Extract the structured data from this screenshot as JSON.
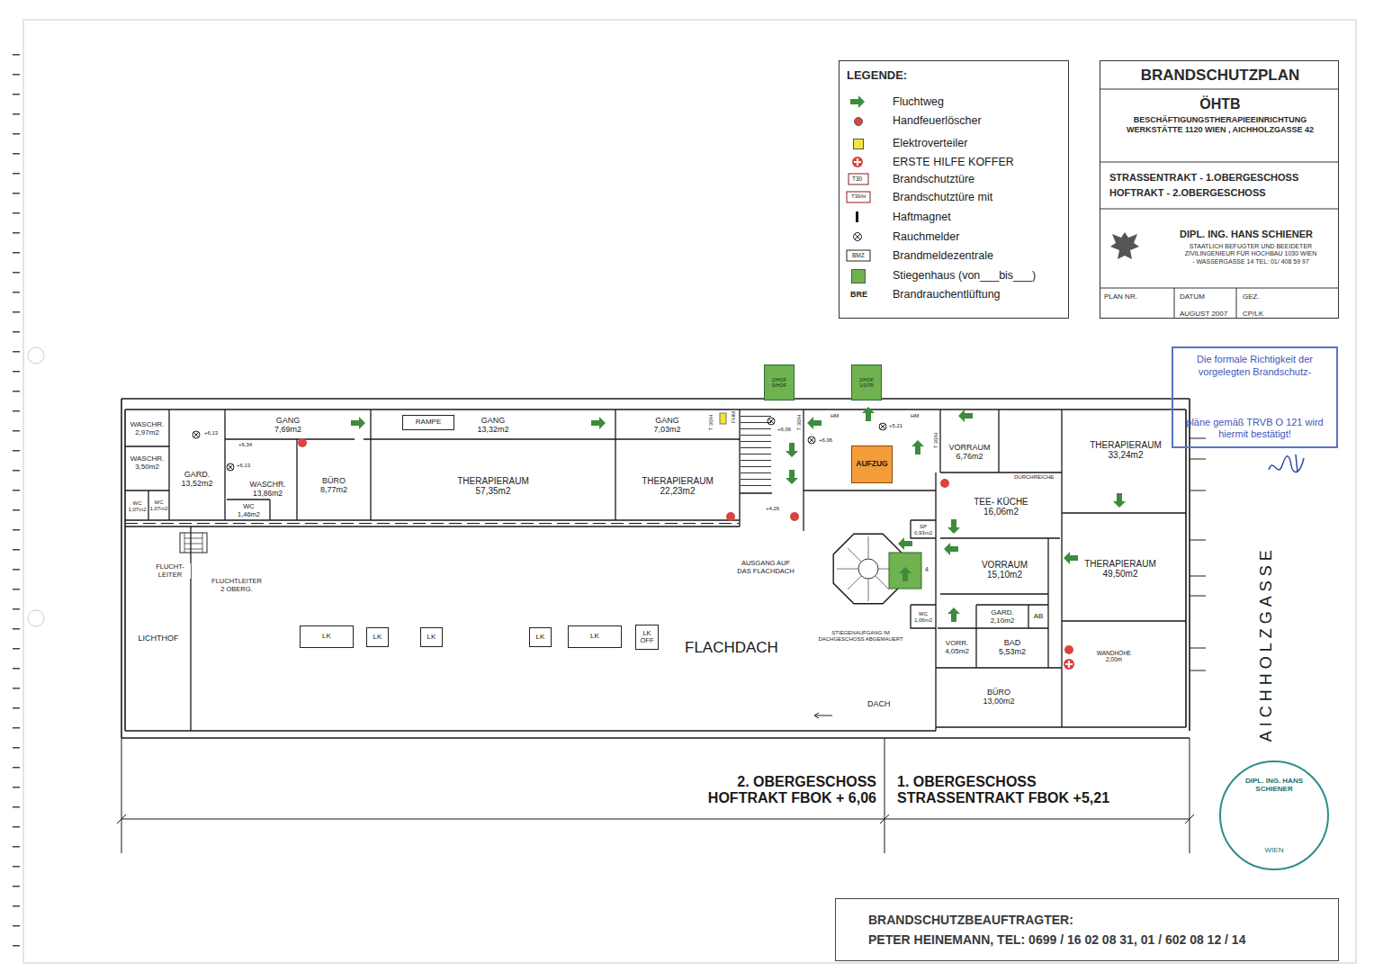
{
  "diagram": {
    "title": "BRANDSCHUTZPLAN",
    "nodes": [
      {
        "text": [
          "LEGENDE:"
        ]
      },
      {
        "text": [
          "ÖHTB",
          "BESCHÄFTIGUNGSTHERAPIEEINRICHTUNG WERKSTÄTTE 1120 WIEN , AICHHOLZGASSE 42",
          "STRASSENTRAKT - 1.OBERGESCHOSS",
          "HOFTRAKT - 2.OBERGESCHOSS",
          "DIPL. ING. HANS SCHIENER",
          "STAATLICH BEFUGTER UND BEEIDETER ZIVILINGENIEUR FÜR HOCHBAU 1030 WIEN - WASSERGASSE 14 TEL: 01/ 408 59 97",
          "PLAN NR.",
          "DATUM",
          "AUGUST 2007",
          "GEZ.",
          "CP/LK"
        ]
      },
      {
        "text": [
          "Die formale Richtigkeit der vorgelegten Brandschutz-",
          "pläne gemäß TRVB O 121 wird hiermit bestätigt!"
        ]
      },
      {
        "text": [
          "2/HOF",
          "5/HOF"
        ]
      },
      {
        "text": [
          "2/HOF",
          "1/STR"
        ]
      },
      {
        "text": [
          "WASCHR.",
          "2,97m2"
        ]
      },
      {
        "text": [
          "GARD.",
          "13,52m2"
        ]
      },
      {
        "text": [
          "GANG",
          "7,69m2"
        ]
      },
      {
        "text": [
          "GANG",
          "13,32m2"
        ]
      },
      {
        "text": [
          "RAMPE"
        ],
        "in": 8
      },
      {
        "text": [
          "GANG",
          "7,03m2"
        ]
      },
      {
        "text": [
          "VORRAUM",
          "6,76m2"
        ]
      },
      {
        "text": [
          "THERAPIERAUM",
          "33,24m2"
        ]
      },
      {
        "text": [
          "WASCHR.",
          "3,50m2"
        ]
      },
      {
        "text": [
          "WASCHR.",
          "13,86m2"
        ]
      },
      {
        "text": [
          "BÜRO",
          "8,77m2"
        ]
      },
      {
        "text": [
          "THERAPIERAUM",
          "57,35m2"
        ]
      },
      {
        "text": [
          "THERAPIERAUM",
          "22,23m2"
        ]
      },
      {
        "text": [
          "AUFZUG"
        ]
      },
      {
        "text": [
          "TEE- KÜCHE",
          "16,06m2"
        ]
      },
      {
        "text": [
          "WC",
          "1,07m2"
        ]
      },
      {
        "text": [
          "WC",
          "1,07m2"
        ]
      },
      {
        "text": [
          "WC",
          "1,46m2"
        ]
      },
      {
        "text": [
          "SP",
          "0,93m2"
        ]
      },
      {
        "text": [
          "THERAPIERAUM",
          "49,50m2"
        ]
      },
      {
        "text": [
          "VORRAUM",
          "15,10m2"
        ]
      },
      {
        "text": [
          "WC",
          "1,06m2"
        ]
      },
      {
        "text": [
          "GARD.",
          "2,10m2"
        ]
      },
      {
        "text": [
          "AB"
        ]
      },
      {
        "text": [
          "VORR.",
          "4,05m2"
        ]
      },
      {
        "text": [
          "BAD",
          "5,53m2"
        ]
      },
      {
        "text": [
          "BÜRO",
          "13,00m2"
        ]
      },
      {
        "text": [
          "LICHTHOF"
        ]
      },
      {
        "text": [
          "LK"
        ]
      },
      {
        "text": [
          "LK"
        ]
      },
      {
        "text": [
          "LK"
        ]
      },
      {
        "text": [
          "LK"
        ]
      },
      {
        "text": [
          "LK"
        ]
      },
      {
        "text": [
          "LK ÖFF"
        ]
      },
      {
        "text": [
          "BRANDSCHUTZBEAUFTRAGTER:",
          "PETER HEINEMANN, TEL: 0699 / 16 02 08 31, 01 / 602 08 12 / 14"
        ]
      },
      {
        "text": [
          "DIPL. ING. HANS SCHIENER",
          "WIEN"
        ]
      }
    ],
    "labels": [
      "+6,13",
      "+6,34",
      "+6,13",
      "T 30/H",
      "FHM",
      "+6,06",
      "HM",
      "+6,06",
      "+5,21",
      "HM",
      "T 30/H",
      "T 30/H",
      "+4,26",
      "DURCHREICHE",
      "4",
      "FLUCHT- LEITER",
      "FLUCHTLEITER 2 OBERG.",
      "AUSGANG AUF DAS FLACHDACH",
      "FLACHDACH",
      "STIEGENAUFGANG IM DACHGESCHOSS ABGEMAUERT",
      "DACH",
      "WANDHÖHE 2,00m",
      "AICHHOLZGASSE",
      "2. OBERGESCHOSS HOFTRAKT FBOK + 6,06",
      "1. OBERGESCHOSS STRASSENTRAKT FBOK +5,21",
      "T30",
      "T30/H",
      "BMZ",
      "BRE"
    ],
    "legend": [
      {
        "text": "Fluchtweg"
      },
      {
        "text": "Handfeuerlöscher",
        "color": "#d9443f"
      },
      {
        "text": "Elektroverteiler",
        "color": "#f3e43a"
      },
      {
        "text": "ERSTE HILFE KOFFER"
      },
      {
        "text": "Brandschutztüre"
      },
      {
        "text": "Brandschutztüre mit"
      },
      {
        "text": "Haftmagnet"
      },
      {
        "text": "Rauchmelder"
      },
      {
        "text": "Brandmeldezentrale"
      },
      {
        "text": "Stiegenhaus (von___bis___)",
        "color": "#6fb24f"
      },
      {
        "text": "Brandrauchentlüftung"
      }
    ]
  }
}
